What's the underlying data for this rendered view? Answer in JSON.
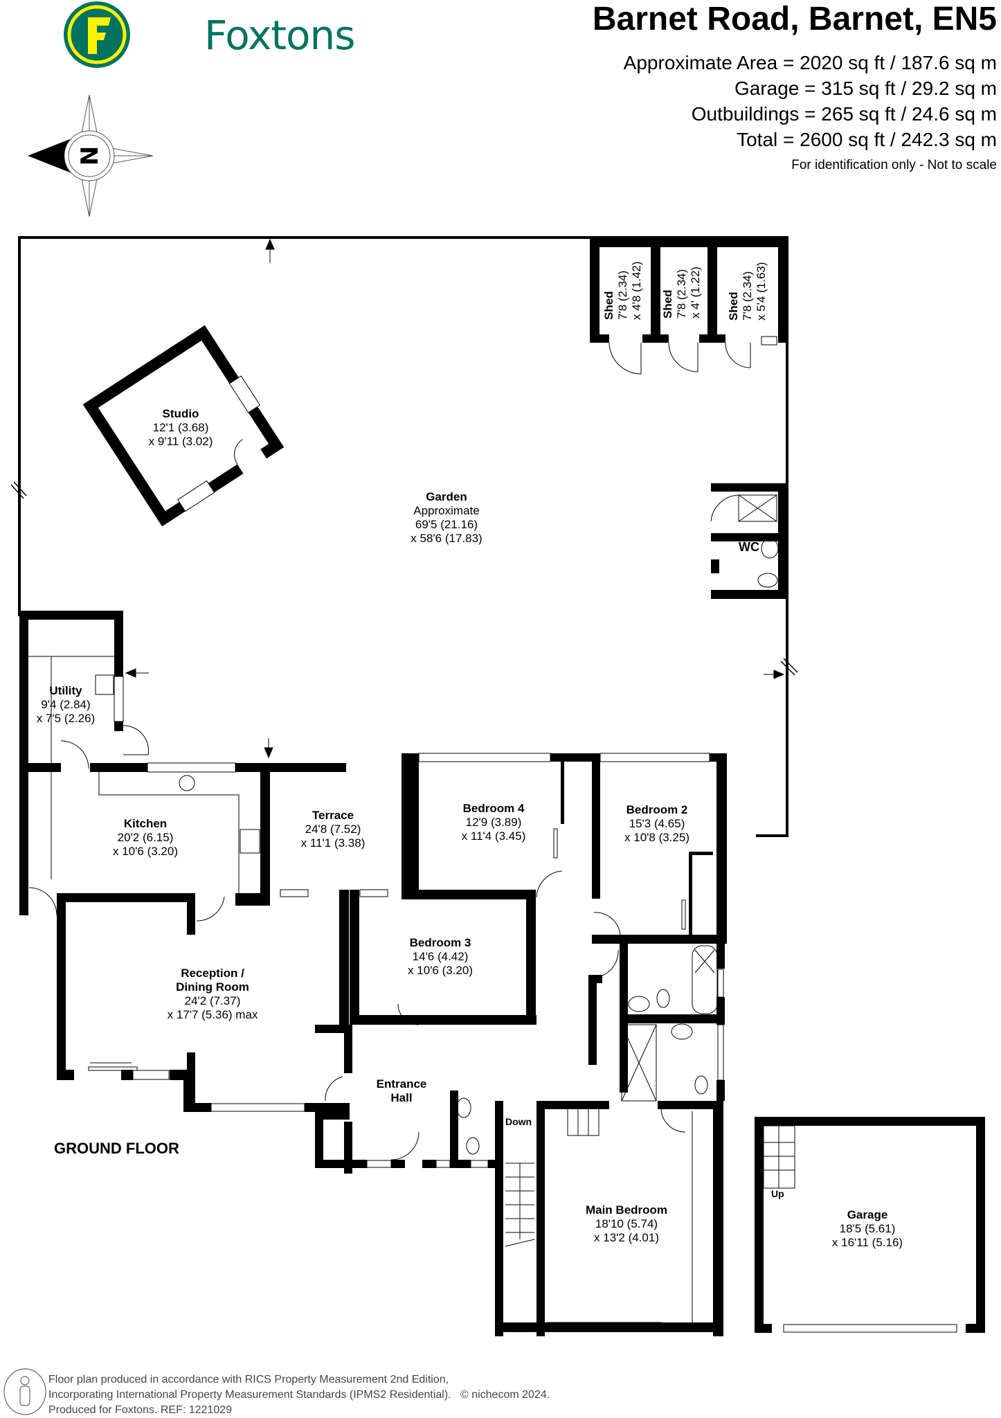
{
  "header": {
    "brand": "Foxtons",
    "brand_colors": {
      "green": "#007360",
      "yellow": "#FFF200"
    },
    "logo_letter": "F",
    "title": "Barnet Road, Barnet, EN5",
    "areas": [
      "Approximate Area = 2020 sq ft / 187.6 sq m",
      "Garage = 315 sq ft / 29.2 sq m",
      "Outbuildings = 265 sq ft / 24.6 sq m",
      "Total = 2600 sq ft / 242.3 sq m"
    ],
    "disclaimer": "For identification only - Not to scale"
  },
  "compass": {
    "label": "N",
    "icon": "compass-rose-icon"
  },
  "floor": {
    "name": "GROUND FLOOR"
  },
  "rooms": {
    "garden": {
      "name": "Garden",
      "lines": [
        "Approximate",
        "69'5 (21.16)",
        "x 58'6 (17.83)"
      ]
    },
    "studio": {
      "name": "Studio",
      "lines": [
        "12'1 (3.68)",
        "x 9'11 (3.02)"
      ]
    },
    "shed1": {
      "name": "Shed",
      "lines": [
        "7'8 (2.34)",
        "x 4'8 (1.42)"
      ]
    },
    "shed2": {
      "name": "Shed",
      "lines": [
        "7'8 (2.34)",
        "x 4' (1.22)"
      ]
    },
    "shed3": {
      "name": "Shed",
      "lines": [
        "7'8 (2.34)",
        "x 5'4 (1.63)"
      ]
    },
    "wc": {
      "name": "WC"
    },
    "utility": {
      "name": "Utility",
      "lines": [
        "9'4 (2.84)",
        "x 7'5 (2.26)"
      ]
    },
    "kitchen": {
      "name": "Kitchen",
      "lines": [
        "20'2 (6.15)",
        "x 10'6 (3.20)"
      ]
    },
    "terrace": {
      "name": "Terrace",
      "lines": [
        "24'8 (7.52)",
        "x 11'1 (3.38)"
      ]
    },
    "bedroom4": {
      "name": "Bedroom 4",
      "lines": [
        "12'9 (3.89)",
        "x 11'4 (3.45)"
      ]
    },
    "bedroom2": {
      "name": "Bedroom 2",
      "lines": [
        "15'3 (4.65)",
        "x 10'8 (3.25)"
      ]
    },
    "bedroom3": {
      "name": "Bedroom 3",
      "lines": [
        "14'6 (4.42)",
        "x 10'6 (3.20)"
      ]
    },
    "reception": {
      "name_lines": [
        "Reception /",
        "Dining Room"
      ],
      "lines": [
        "24'2 (7.37)",
        "x 17'7 (5.36) max"
      ]
    },
    "entrance": {
      "name_lines": [
        "Entrance",
        "Hall"
      ]
    },
    "main_bedroom": {
      "name": "Main Bedroom",
      "lines": [
        "18'10 (5.74)",
        "x 13'2 (4.01)"
      ]
    },
    "garage": {
      "name": "Garage",
      "lines": [
        "18'5 (5.61)",
        "x 16'11 (5.16)"
      ]
    }
  },
  "stairs": {
    "down": "Down",
    "up": "Up"
  },
  "footer": {
    "lines": [
      "Floor plan produced in accordance with RICS Property Measurement 2nd Edition,",
      "Incorporating International Property Measurement Standards (IPMS2 Residential).",
      "Produced for Foxtons.   REF:  1221029"
    ],
    "copyright": "© nichecom 2024."
  }
}
